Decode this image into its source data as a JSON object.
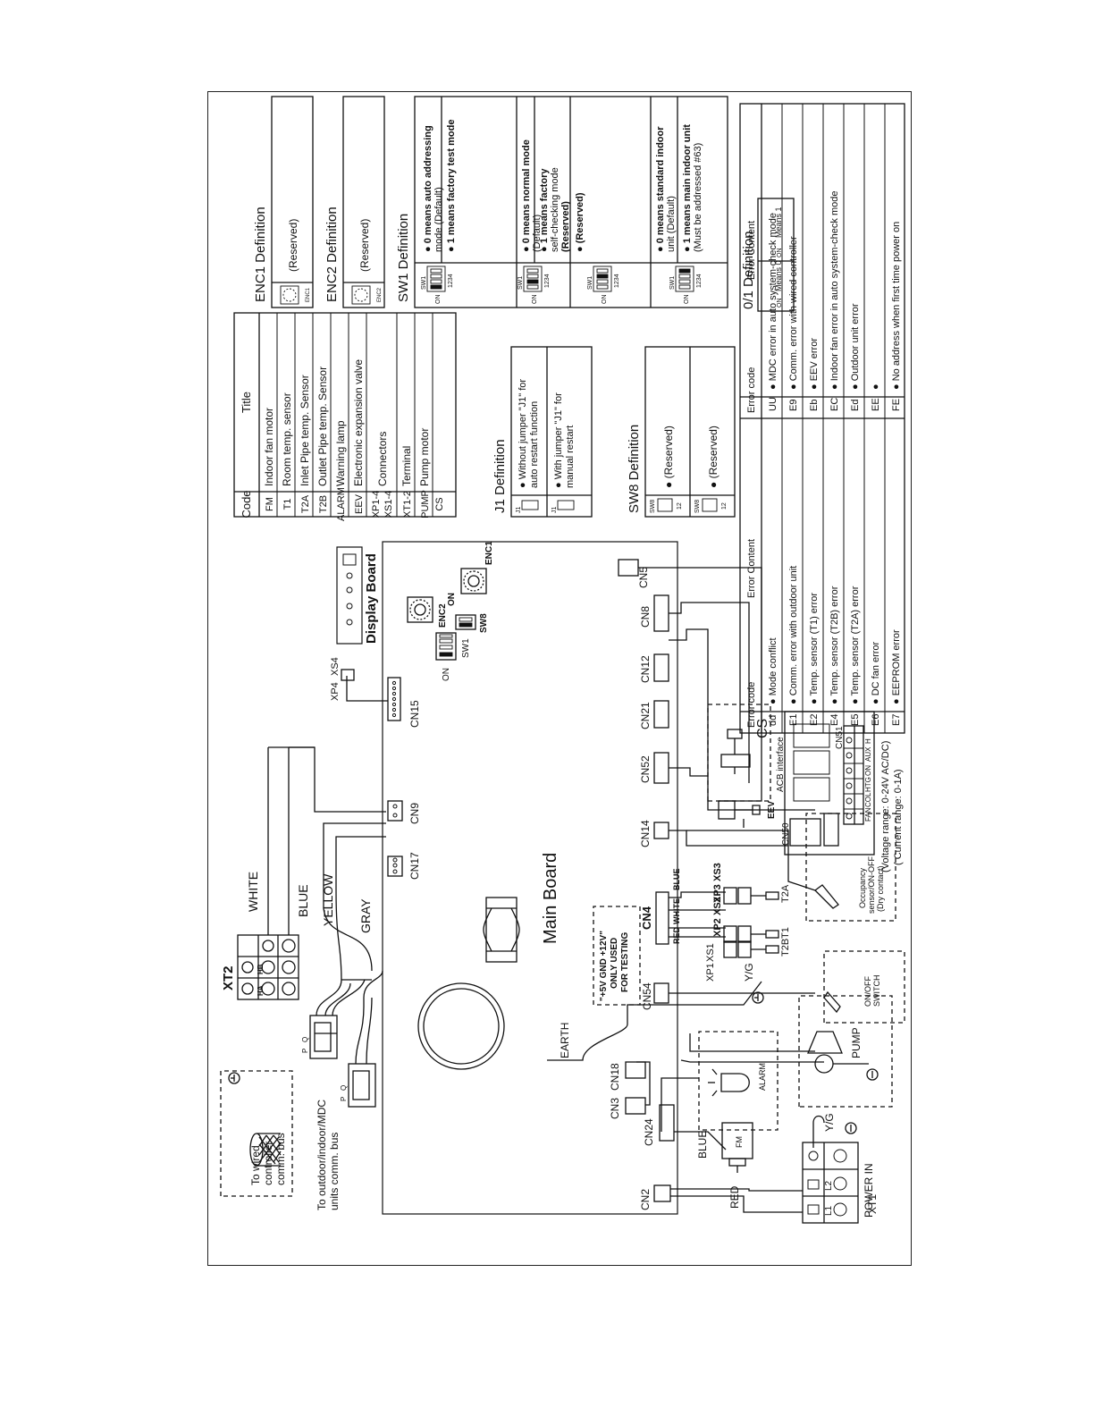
{
  "code_table": {
    "headers": [
      "Code",
      "Title"
    ],
    "rows": [
      [
        "FM",
        "Indoor fan motor"
      ],
      [
        "T1",
        "Room temp. sensor"
      ],
      [
        "T2A",
        "Inlet Pipe temp. Sensor"
      ],
      [
        "T2B",
        "Outlet Pipe temp. Sensor"
      ],
      [
        "ALARM",
        "Warning lamp"
      ],
      [
        "EEV",
        "Electronic expansion valve"
      ],
      [
        "XP1-4\nXS1-4",
        "Connectors"
      ],
      [
        "XT1-2",
        "Terminal"
      ],
      [
        "PUMP",
        "Pump motor"
      ],
      [
        "CS",
        ""
      ]
    ]
  },
  "enc1": {
    "title": "ENC1 Definition",
    "text": "(Reserved)",
    "icon_label": "ENC1"
  },
  "enc2": {
    "title": "ENC2 Definition",
    "text": "(Reserved)",
    "icon_label": "ENC2"
  },
  "sw1": {
    "title": "SW1 Definition",
    "switch_label": "SW1",
    "on": "ON",
    "pins": "1234",
    "rows": [
      {
        "lines": [
          "0 means auto addressing",
          "mode (Default)"
        ]
      },
      {
        "lines": [
          "1 means factory test mode"
        ]
      },
      {
        "lines": [
          "0 means normal mode",
          "(Default)"
        ]
      },
      {
        "lines": [
          "1 means factory",
          "self-checking mode",
          "(Reserved)"
        ]
      },
      {
        "lines": [
          "(Reserved)"
        ]
      },
      {
        "lines": [
          "0 means standard indoor",
          "unit (Default)"
        ]
      },
      {
        "lines": [
          "1 means main indoor unit",
          "(Must be addressed #63)"
        ]
      }
    ]
  },
  "j1": {
    "title": "J1 Definition",
    "label": "J1",
    "rows": [
      {
        "lines": [
          "Without jumper \"J1\" for",
          "auto restart function"
        ]
      },
      {
        "lines": [
          "With jumper \"J1\" for",
          "manual restart"
        ]
      }
    ]
  },
  "sw8": {
    "title": "SW8 Definition",
    "switch_label": "SW8",
    "pins": "12",
    "rows": [
      "(Reserved)",
      "(Reserved)"
    ]
  },
  "zero_one": {
    "title": "0/1 Definition",
    "on": "ON",
    "means0": "Means 0",
    "means1": "Means 1"
  },
  "error_table": {
    "headers": [
      "Error code",
      "Error Content",
      "Error code",
      "Error Content"
    ],
    "rows": [
      [
        "dd",
        "Mode conflict",
        "UU",
        "MDC error in auto system-check mode"
      ],
      [
        "E1",
        "Comm. error with outdoor unit",
        "E9",
        "Comm. error with wired controller"
      ],
      [
        "E2",
        "Temp. sensor (T1) error",
        "Eb",
        "EEV error"
      ],
      [
        "E4",
        "Temp. sensor (T2B) error",
        "EC",
        "Indoor fan error in auto system-check mode"
      ],
      [
        "E5",
        "Temp. sensor (T2A) error",
        "Ed",
        "Outdoor unit error"
      ],
      [
        "E6",
        "DC fan error",
        "EE",
        ""
      ],
      [
        "E7",
        "EEPROM error",
        "FE",
        "No address when first time power on"
      ]
    ]
  },
  "labels": {
    "main_board": "Main Board",
    "display_board": "Display Board",
    "xp4": "XP4",
    "xs4": "XS4",
    "cn15": "CN15",
    "cn9": "CN9",
    "cn17": "CN17",
    "cn5": "CN5",
    "cn8": "CN8",
    "cn12": "CN12",
    "cn21": "CN21",
    "cn52": "CN52",
    "cn14": "CN14",
    "cn4": "CN4",
    "cn54": "CN54",
    "cn3": "CN3",
    "cn18": "CN18",
    "cn24": "CN24",
    "cn2": "CN2",
    "cn50": "CN50",
    "cn51": "CN51",
    "enc1": "ENC1",
    "enc2": "ENC2",
    "sw1": "SW1",
    "sw8": "SW8",
    "on": "ON",
    "xt2": "XT2",
    "xt1": "XT1",
    "ha": "HA",
    "hb": "HB",
    "white": "WHITE",
    "blue": "BLUE",
    "yellow": "YELLOW",
    "gray": "GRAY",
    "red": "RED",
    "earth": "EARTH",
    "yg": "Y/G",
    "wired_line1": "To wired",
    "wired_line2": "controller",
    "wired_line3": "comm. bus",
    "outdoor_line1": "To outdoor/indoor/MDC",
    "outdoor_line2": "units comm. bus",
    "testing1": "\"+5V GND +12V\"",
    "testing2": "ONLY USED",
    "testing3": "FOR TESTING",
    "xp3": "XP3",
    "xs3": "XS3",
    "xp2": "XP2",
    "xs2": "XS2",
    "xp1": "XP1",
    "xs1": "XS1",
    "t2a": "T2A",
    "t1": "T1",
    "t2b": "T2B",
    "wire_blue": "BLUE",
    "wire_white": "WHITE",
    "wire_red": "RED",
    "occ1": "Occupancy",
    "occ2": "sensor/ON-OFF",
    "occ3": "(Dry contact)",
    "onoff1": "ON/OFF",
    "onoff2": "SWITCH",
    "pump": "PUMP",
    "alarm": "ALARM",
    "fm": "FM",
    "cs": "CS",
    "eev": "EEV",
    "acb": "ACB interface",
    "cn51_fan": "FAN",
    "cn51_col": "COL",
    "cn51_htg": "HTG",
    "cn51_on": "ON",
    "cn51_aux": "AUX",
    "cn51_h": "H",
    "voltage": "(Voltage range: 0-24V AC/DC)",
    "current": "( Current range: 0-1A)",
    "l1": "L1",
    "l2": "L2",
    "power_in": "POWER IN",
    "p": "P",
    "q": "Q"
  },
  "colors": {
    "ink": "#111111",
    "paper": "#ffffff"
  }
}
